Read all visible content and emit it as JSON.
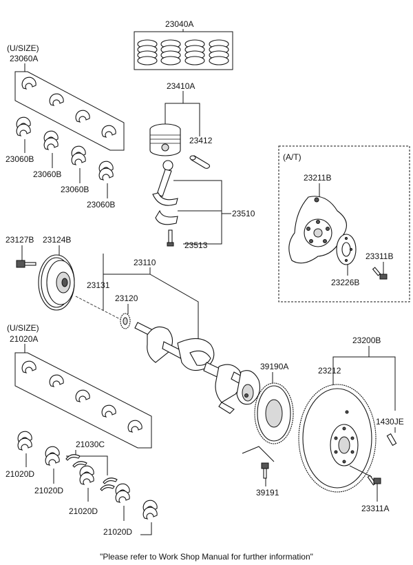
{
  "labels": {
    "p23040A": "23040A",
    "usize_top": "(U/SIZE)",
    "p23060A": "23060A",
    "p23410A": "23410A",
    "p23412": "23412",
    "p23060B_1": "23060B",
    "p23060B_2": "23060B",
    "p23060B_3": "23060B",
    "p23060B_4": "23060B",
    "at": "(A/T)",
    "p23211B": "23211B",
    "p23510": "23510",
    "p23513": "23513",
    "p23311B": "23311B",
    "p23226B": "23226B",
    "p23127B": "23127B",
    "p23124B": "23124B",
    "p23110": "23110",
    "p23131": "23131",
    "p23120": "23120",
    "usize_bottom": "(U/SIZE)",
    "p21020A": "21020A",
    "p23200B": "23200B",
    "p23212": "23212",
    "p39190A": "39190A",
    "p1430JE": "1430JE",
    "p21030C": "21030C",
    "p39191": "39191",
    "p23311A": "23311A",
    "p21020D_1": "21020D",
    "p21020D_2": "21020D",
    "p21020D_3": "21020D",
    "p21020D_4": "21020D"
  },
  "footer": "\"Please refer to Work Shop Manual for further information\""
}
